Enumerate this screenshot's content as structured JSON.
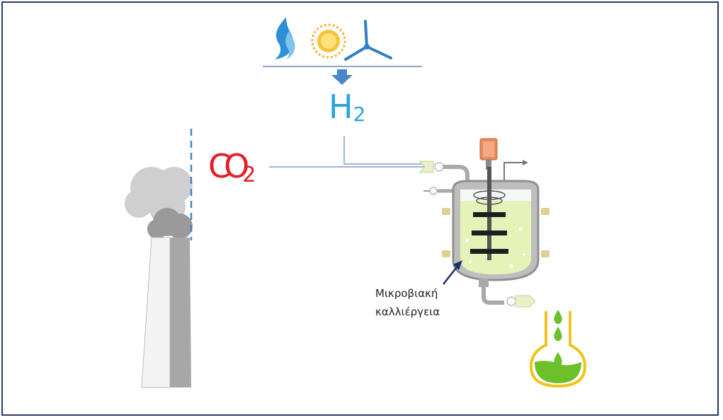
{
  "labels": {
    "hydrogen_main": "H",
    "hydrogen_sub": "2",
    "co2_main": "CO",
    "co2_sub": "2",
    "culture_line1": "Μικροβιακή",
    "culture_line2": "καλλιέργεια"
  },
  "icons": {
    "energy_sources": [
      "flame-icon",
      "sun-icon",
      "wind-turbine-icon"
    ],
    "equipment": [
      "smokestack-icon",
      "bioreactor-icon",
      "product-flask-icon"
    ]
  },
  "colors": {
    "frame": "#2b3a67",
    "hydrogen": "#2aa3df",
    "co2": "#e41e26",
    "pipe": "#9fb6d6",
    "culture_liquid": "#e5f3b8",
    "product": "#6cc12a"
  }
}
